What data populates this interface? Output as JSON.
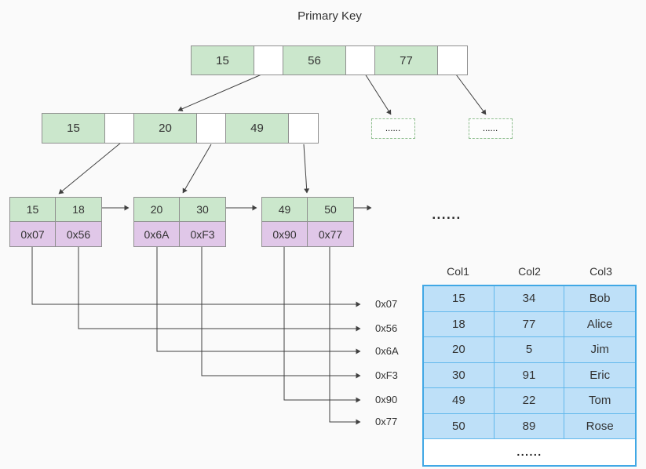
{
  "title": "Primary Key",
  "colors": {
    "background": "#FAFAFA",
    "key_cell_green": "#CBE7CC",
    "pointer_cell_purple": "#E0C7E8",
    "node_border": "#909090",
    "dotted_box_border": "#8FBE8F",
    "table_cell_blue": "#BEE0F8",
    "table_border_blue": "#41A8E5",
    "line": "#404040",
    "text": "#333333"
  },
  "tree": {
    "root": {
      "keys": [
        "15",
        "56",
        "77"
      ]
    },
    "internal": {
      "keys": [
        "15",
        "20",
        "49"
      ]
    },
    "internal_ellipsis_boxes": [
      "......",
      "......"
    ],
    "leaves": [
      {
        "keys": [
          "15",
          "18"
        ],
        "pointers": [
          "0x07",
          "0x56"
        ]
      },
      {
        "keys": [
          "20",
          "30"
        ],
        "pointers": [
          "0x6A",
          "0xF3"
        ]
      },
      {
        "keys": [
          "49",
          "50"
        ],
        "pointers": [
          "0x90",
          "0x77"
        ]
      }
    ],
    "leaf_ellipsis": "......"
  },
  "addresses": [
    "0x07",
    "0x56",
    "0x6A",
    "0xF3",
    "0x90",
    "0x77"
  ],
  "table": {
    "headers": [
      "Col1",
      "Col2",
      "Col3"
    ],
    "rows": [
      [
        "15",
        "34",
        "Bob"
      ],
      [
        "18",
        "77",
        "Alice"
      ],
      [
        "20",
        "5",
        "Jim"
      ],
      [
        "30",
        "91",
        "Eric"
      ],
      [
        "49",
        "22",
        "Tom"
      ],
      [
        "50",
        "89",
        "Rose"
      ]
    ],
    "ellipsis_row": "......"
  }
}
